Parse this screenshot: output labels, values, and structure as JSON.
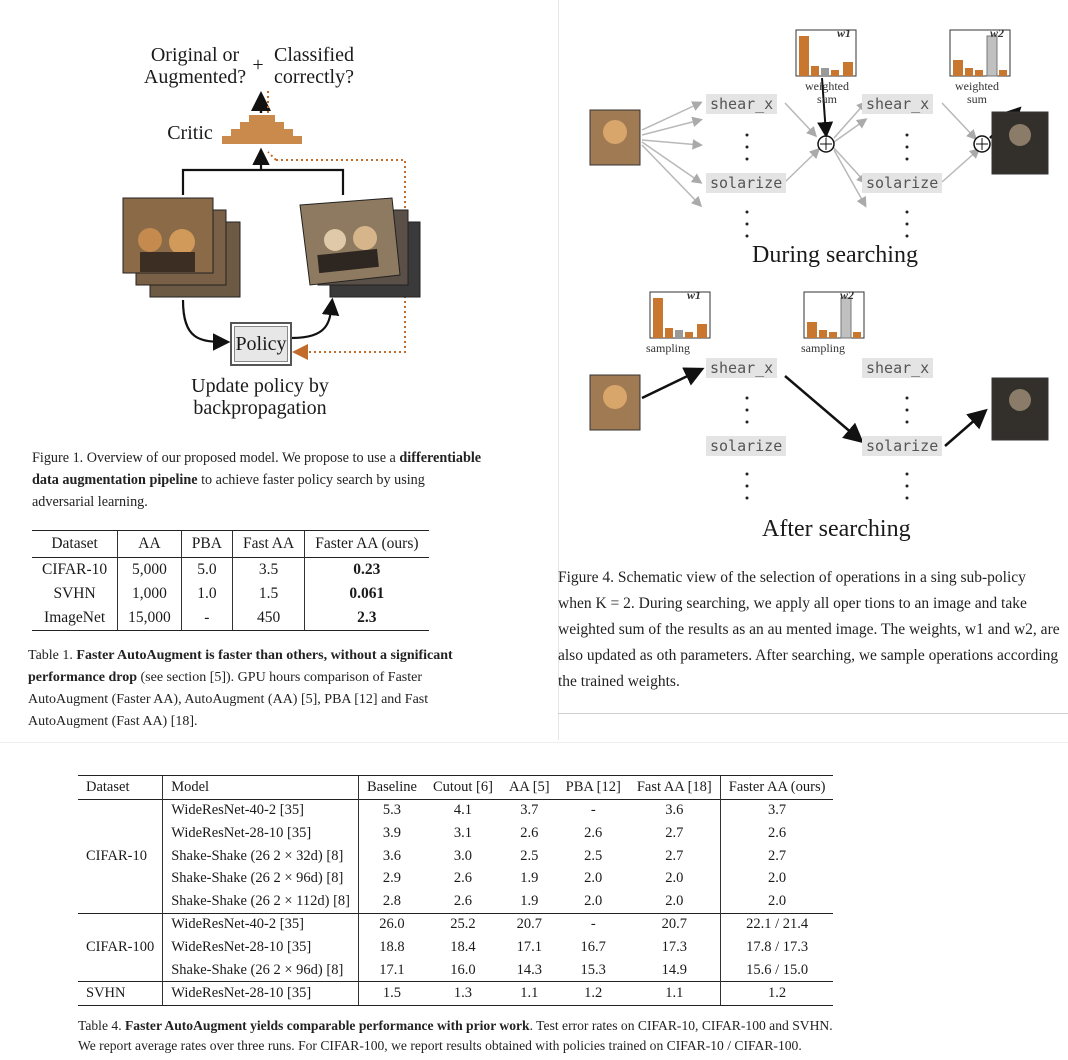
{
  "figure1": {
    "label_original": "Original or",
    "label_augmented": "Augmented?",
    "label_plus": "+",
    "label_classified": "Classified",
    "label_correctly": "correctly?",
    "label_critic": "Critic",
    "label_policy": "Policy",
    "label_update1": "Update policy by",
    "label_update2": "backpropagation",
    "caption_prefix": "Figure 1. Overview of our proposed model. We propose to use a ",
    "caption_bold": "differentiable data augmentation pipeline",
    "caption_suffix": " to achieve faster policy search by using adversarial learning."
  },
  "table1": {
    "headers": [
      "Dataset",
      "AA",
      "PBA",
      "Fast AA",
      "Faster AA (ours)"
    ],
    "rows": [
      [
        "CIFAR-10",
        "5,000",
        "5.0",
        "3.5",
        "0.23"
      ],
      [
        "SVHN",
        "1,000",
        "1.0",
        "1.5",
        "0.061"
      ],
      [
        "ImageNet",
        "15,000",
        "-",
        "450",
        "2.3"
      ]
    ],
    "caption_prefix": "Table 1. ",
    "caption_bold": "Faster AutoAugment is faster than others, without a significant performance drop",
    "caption_suffix": " (see section [5]). GPU hours comparison of Faster AutoAugment (Faster AA), AutoAugment (AA) [5], PBA [12] and Fast AutoAugment (Fast AA) [18]."
  },
  "figure4": {
    "w1": "w1",
    "w2": "w2",
    "weighted_sum_1": "weighted",
    "weighted_sum_2": "sum",
    "sampling": "sampling",
    "op_shear": "shear_x",
    "op_solarize": "solarize",
    "title_during": "During searching",
    "title_after": "After searching",
    "caption": "Figure 4. Schematic view of the selection of operations in a sing sub-policy when K = 2. During searching, we apply all oper tions to an image and take weighted sum of the results as an au mented image. The weights, w1 and w2, are also updated as oth parameters. After searching, we sample operations according the trained weights."
  },
  "table4": {
    "headers": [
      "Dataset",
      "Model",
      "Baseline",
      "Cutout [6]",
      "AA [5]",
      "PBA [12]",
      "Fast AA [18]",
      "Faster AA (ours)"
    ],
    "groups": [
      {
        "dataset": "CIFAR-10",
        "rows": [
          [
            "WideResNet-40-2 [35]",
            "5.3",
            "4.1",
            "3.7",
            "-",
            "3.6",
            "3.7"
          ],
          [
            "WideResNet-28-10 [35]",
            "3.9",
            "3.1",
            "2.6",
            "2.6",
            "2.7",
            "2.6"
          ],
          [
            "Shake-Shake (26 2 × 32d) [8]",
            "3.6",
            "3.0",
            "2.5",
            "2.5",
            "2.7",
            "2.7"
          ],
          [
            "Shake-Shake (26 2 × 96d) [8]",
            "2.9",
            "2.6",
            "1.9",
            "2.0",
            "2.0",
            "2.0"
          ],
          [
            "Shake-Shake (26 2 × 112d) [8]",
            "2.8",
            "2.6",
            "1.9",
            "2.0",
            "2.0",
            "2.0"
          ]
        ]
      },
      {
        "dataset": "CIFAR-100",
        "rows": [
          [
            "WideResNet-40-2 [35]",
            "26.0",
            "25.2",
            "20.7",
            "-",
            "20.7",
            "22.1 / 21.4"
          ],
          [
            "WideResNet-28-10 [35]",
            "18.8",
            "18.4",
            "17.1",
            "16.7",
            "17.3",
            "17.8 / 17.3"
          ],
          [
            "Shake-Shake (26 2 × 96d) [8]",
            "17.1",
            "16.0",
            "14.3",
            "15.3",
            "14.9",
            "15.6 / 15.0"
          ]
        ]
      },
      {
        "dataset": "SVHN",
        "rows": [
          [
            "WideResNet-28-10 [35]",
            "1.5",
            "1.3",
            "1.1",
            "1.2",
            "1.1",
            "1.2"
          ]
        ]
      }
    ],
    "caption_prefix": "Table 4. ",
    "caption_bold": "Faster AutoAugment yields comparable performance with prior work",
    "caption_suffix": ". Test error rates on CIFAR-10, CIFAR-100 and SVHN.",
    "caption_line2": "We report average rates over three runs. For CIFAR-100, we report results obtained with policies trained on CIFAR-10 / CIFAR-100."
  },
  "colors": {
    "critic": "#c98a4b",
    "arrow_dotted": "#c26b2a",
    "bar_orange": "#c9772e",
    "bar_gray": "#9a9a9a"
  }
}
